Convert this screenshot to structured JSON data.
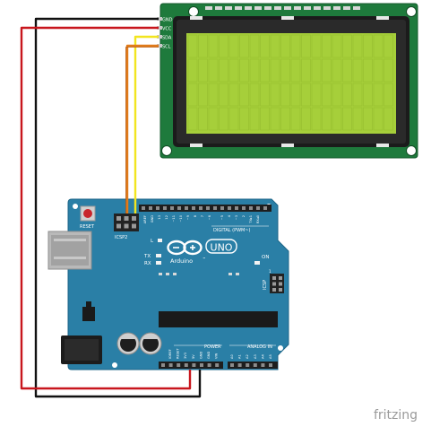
{
  "lcd": {
    "pins": [
      "GND",
      "VCC",
      "SDA",
      "SCL"
    ]
  },
  "arduino": {
    "reset_label": "RESET",
    "icsp2_label": "ICSP2",
    "icsp_label": "ICSP",
    "logo_text": "UNO",
    "brand_text": "Arduino",
    "tm_mark": "™",
    "digital_label": "DIGITAL (PWM~)",
    "analog_label": "ANALOG IN",
    "power_label": "POWER",
    "aref_label": "AREF",
    "gnd_label": "GND",
    "led_l": "L",
    "led_tx": "TX",
    "led_rx": "RX",
    "on_label": "ON",
    "icsp_side_number": "1",
    "digital_pins": [
      "13",
      "12",
      "~11",
      "~10",
      "~9",
      "8",
      "7",
      "~6",
      "~5",
      "4",
      "~3",
      "2",
      "TX▸1",
      "RX◂0"
    ],
    "power_pins": [
      "IOREF",
      "RESET",
      "3V3",
      "5V",
      "GND",
      "GND",
      "VIN"
    ],
    "analog_pins": [
      "A0",
      "A1",
      "A2",
      "A3",
      "A4",
      "A5"
    ]
  },
  "wire_colors": {
    "gnd": "#111111",
    "vcc": "#c8161d",
    "sda": "#f2e51f",
    "scl": "#e07b1a"
  },
  "board_color": "#2a7fa6",
  "lcd_pcb_color": "#1e7a3c",
  "lcd_screen_color": "#a6cf3a",
  "watermark": "fritzing"
}
